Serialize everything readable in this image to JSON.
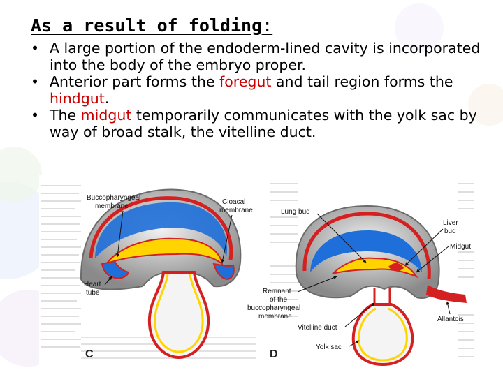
{
  "slide": {
    "title": "As a result of folding",
    "title_colon": ":",
    "bullet_marker": "•",
    "bullets": [
      {
        "text": "A large portion of the endoderm-lined cavity is incorporated into the body of the embryo proper."
      },
      {
        "prefix": "Anterior part forms the ",
        "highlight1": "foregut",
        "middle": " and tail region forms the ",
        "highlight2": "hindgut",
        "suffix": "."
      },
      {
        "prefix": "The ",
        "highlight1": "midgut",
        "suffix": " temporarily communicates with the yolk sac by way of broad stalk, the vitelline duct."
      }
    ],
    "colors": {
      "highlight": "#cc0000",
      "ectoderm": "#9a9a9a",
      "endoderm": "#ffd400",
      "vessel": "#d42020",
      "cavity": "#1e6fd9"
    }
  },
  "figure": {
    "panel_c": {
      "letter": "C",
      "labels": [
        "Buccopharyngeal",
        "membrane",
        "Cloacal",
        "membrane",
        "Heart",
        "tube"
      ]
    },
    "panel_d": {
      "letter": "D",
      "labels": [
        "Lung bud",
        "Liver",
        "bud",
        "Midgut",
        "Remnant",
        "of the",
        "buccopharyngeal",
        "membrane",
        "Vitelline duct",
        "Allantois",
        "Yolk sac"
      ]
    }
  }
}
